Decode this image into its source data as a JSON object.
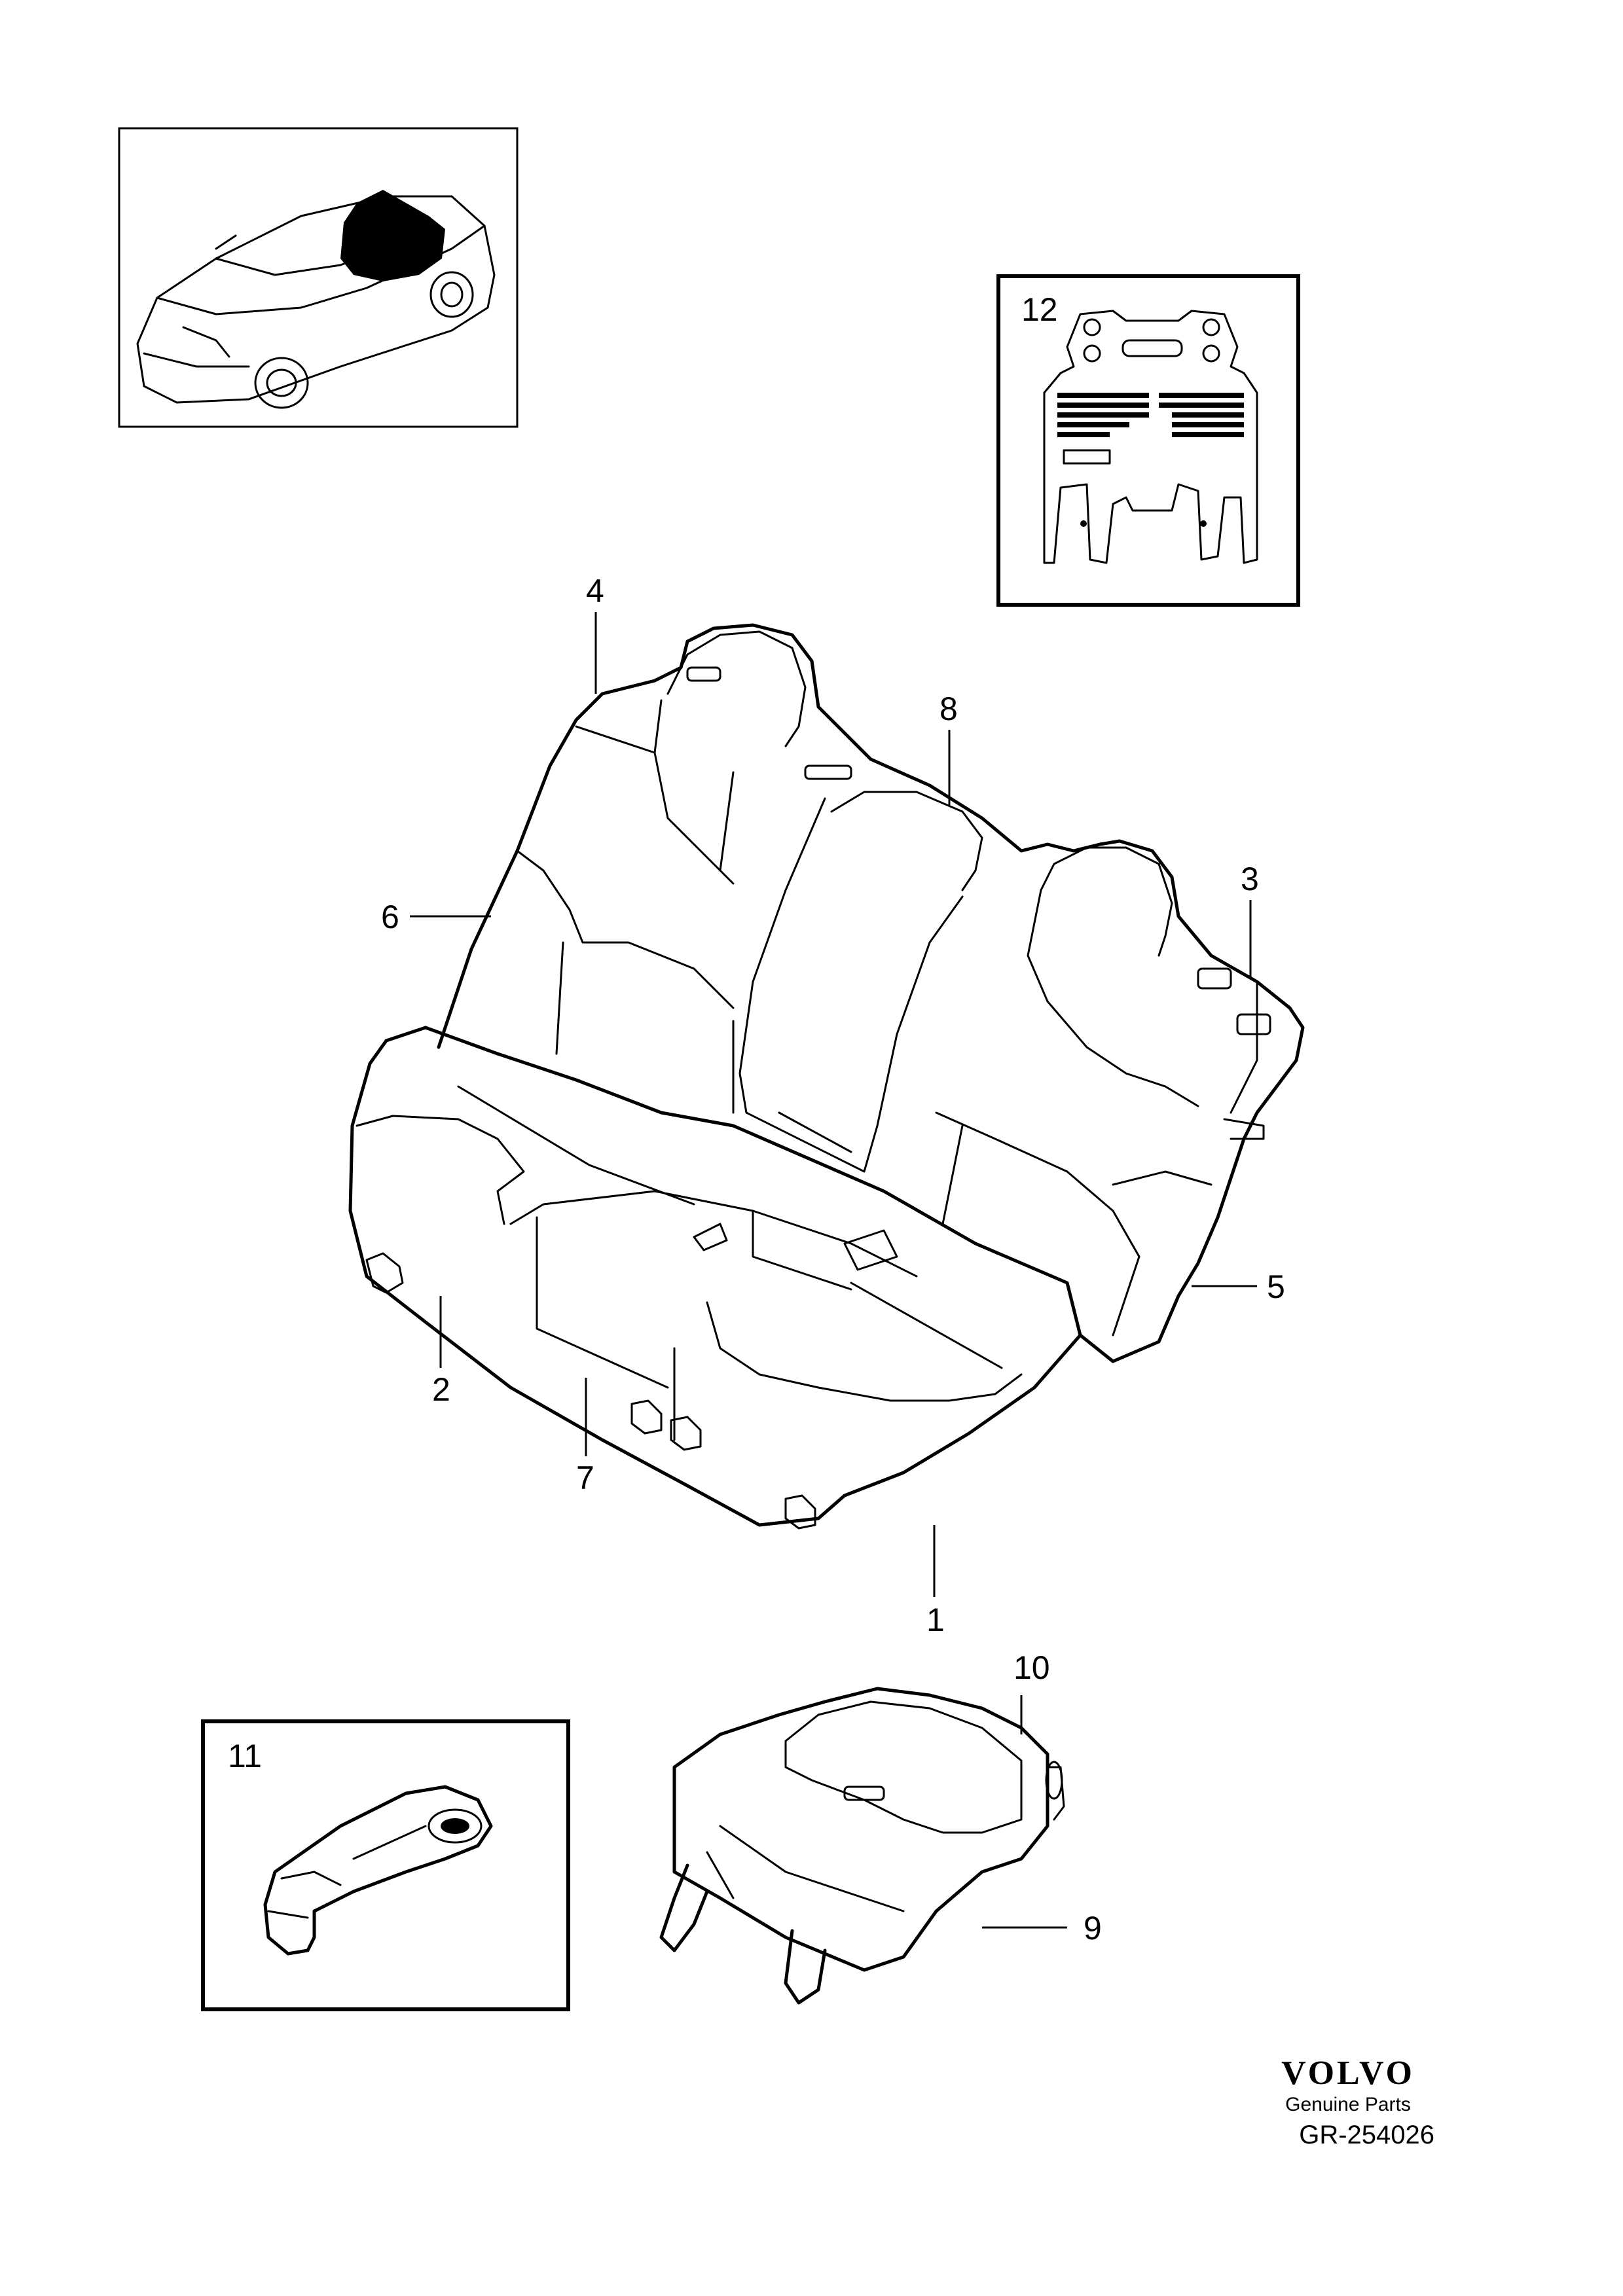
{
  "callouts": [
    "1",
    "2",
    "3",
    "4",
    "5",
    "6",
    "7",
    "8",
    "9",
    "10",
    "11",
    "12"
  ],
  "brand": {
    "logo": "VOLVO",
    "subtitle": "Genuine Parts"
  },
  "diagram_ref": "GR-254026",
  "icons": [
    "car-locator-icon",
    "rear-seat-assembly",
    "seat-label-sticker",
    "belt-guide-clip",
    "child-booster-cushion"
  ]
}
